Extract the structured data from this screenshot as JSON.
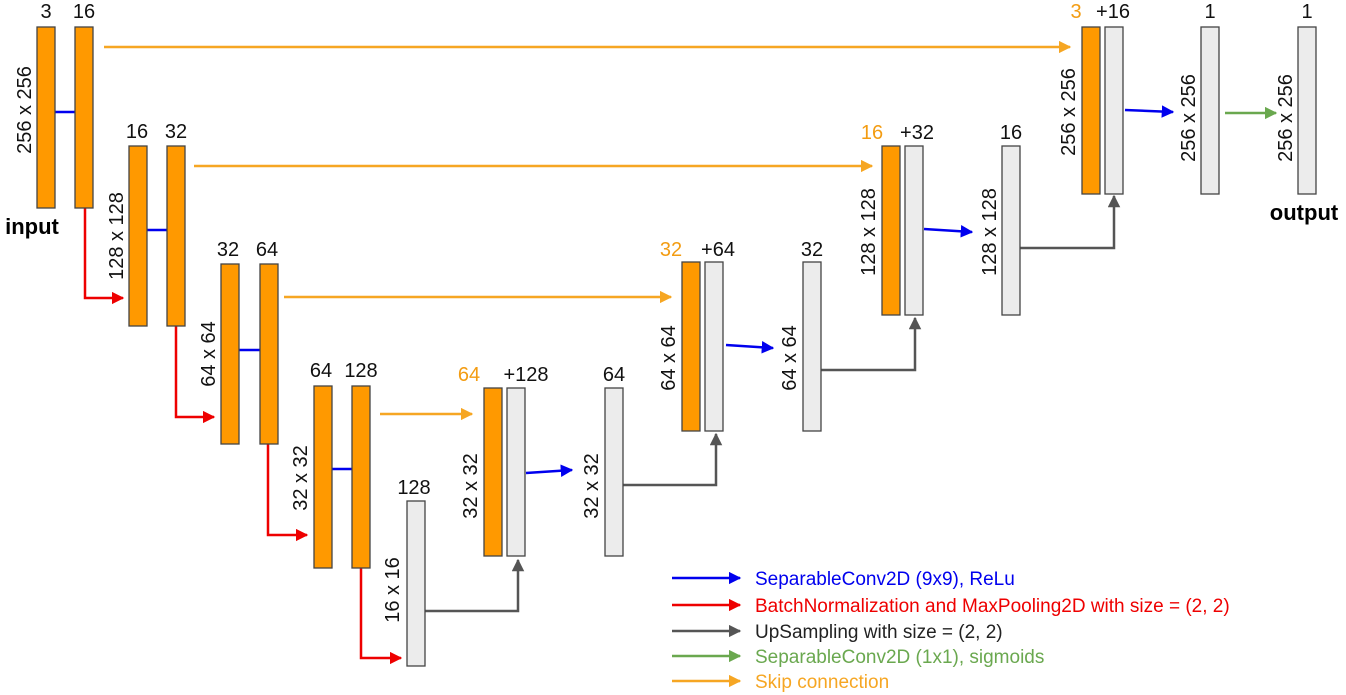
{
  "colors": {
    "feature": "#ff9900",
    "upsampled": "#ececec",
    "outline": "#444444",
    "conv": "#0000ee",
    "pool": "#ee0000",
    "upsample": "#555555",
    "conv1x1": "#6aa84f",
    "skip": "#f6a623"
  },
  "labels": {
    "input": "input",
    "output": "output"
  },
  "enc": {
    "l1": {
      "c1": "3",
      "c2": "16",
      "dim": "256 x 256"
    },
    "l2": {
      "c1": "16",
      "c2": "32",
      "dim": "128 x 128"
    },
    "l3": {
      "c1": "32",
      "c2": "64",
      "dim": "64 x 64"
    },
    "l4": {
      "c1": "64",
      "c2": "128",
      "dim": "32 x 32"
    },
    "l5": {
      "c": "128",
      "dim": "16 x 16"
    }
  },
  "dec": {
    "d4": {
      "skip": "64",
      "add": "+128",
      "dim": "32 x 32",
      "out": "64",
      "out_dim": "32 x 32"
    },
    "d3": {
      "skip": "32",
      "add": "+64",
      "dim": "64 x 64",
      "out": "32",
      "out_dim": "64 x 64"
    },
    "d2": {
      "skip": "16",
      "add": "+32",
      "dim": "128 x 128",
      "out": "16",
      "out_dim": "128 x 128"
    },
    "d1": {
      "skip": "3",
      "add": "+16",
      "dim": "256 x 256",
      "out": "1",
      "out_dim": "256 x 256",
      "final": "1",
      "final_dim": "256 x 256"
    }
  },
  "legend": [
    {
      "key": "conv",
      "text": "SeparableConv2D (9x9), ReLu"
    },
    {
      "key": "pool",
      "text": "BatchNormalization and MaxPooling2D with size = (2, 2)"
    },
    {
      "key": "upsample",
      "text": "UpSampling with size = (2, 2)"
    },
    {
      "key": "conv1x1",
      "text": "SeparableConv2D (1x1), sigmoids"
    },
    {
      "key": "skip",
      "text": "Skip connection"
    }
  ]
}
